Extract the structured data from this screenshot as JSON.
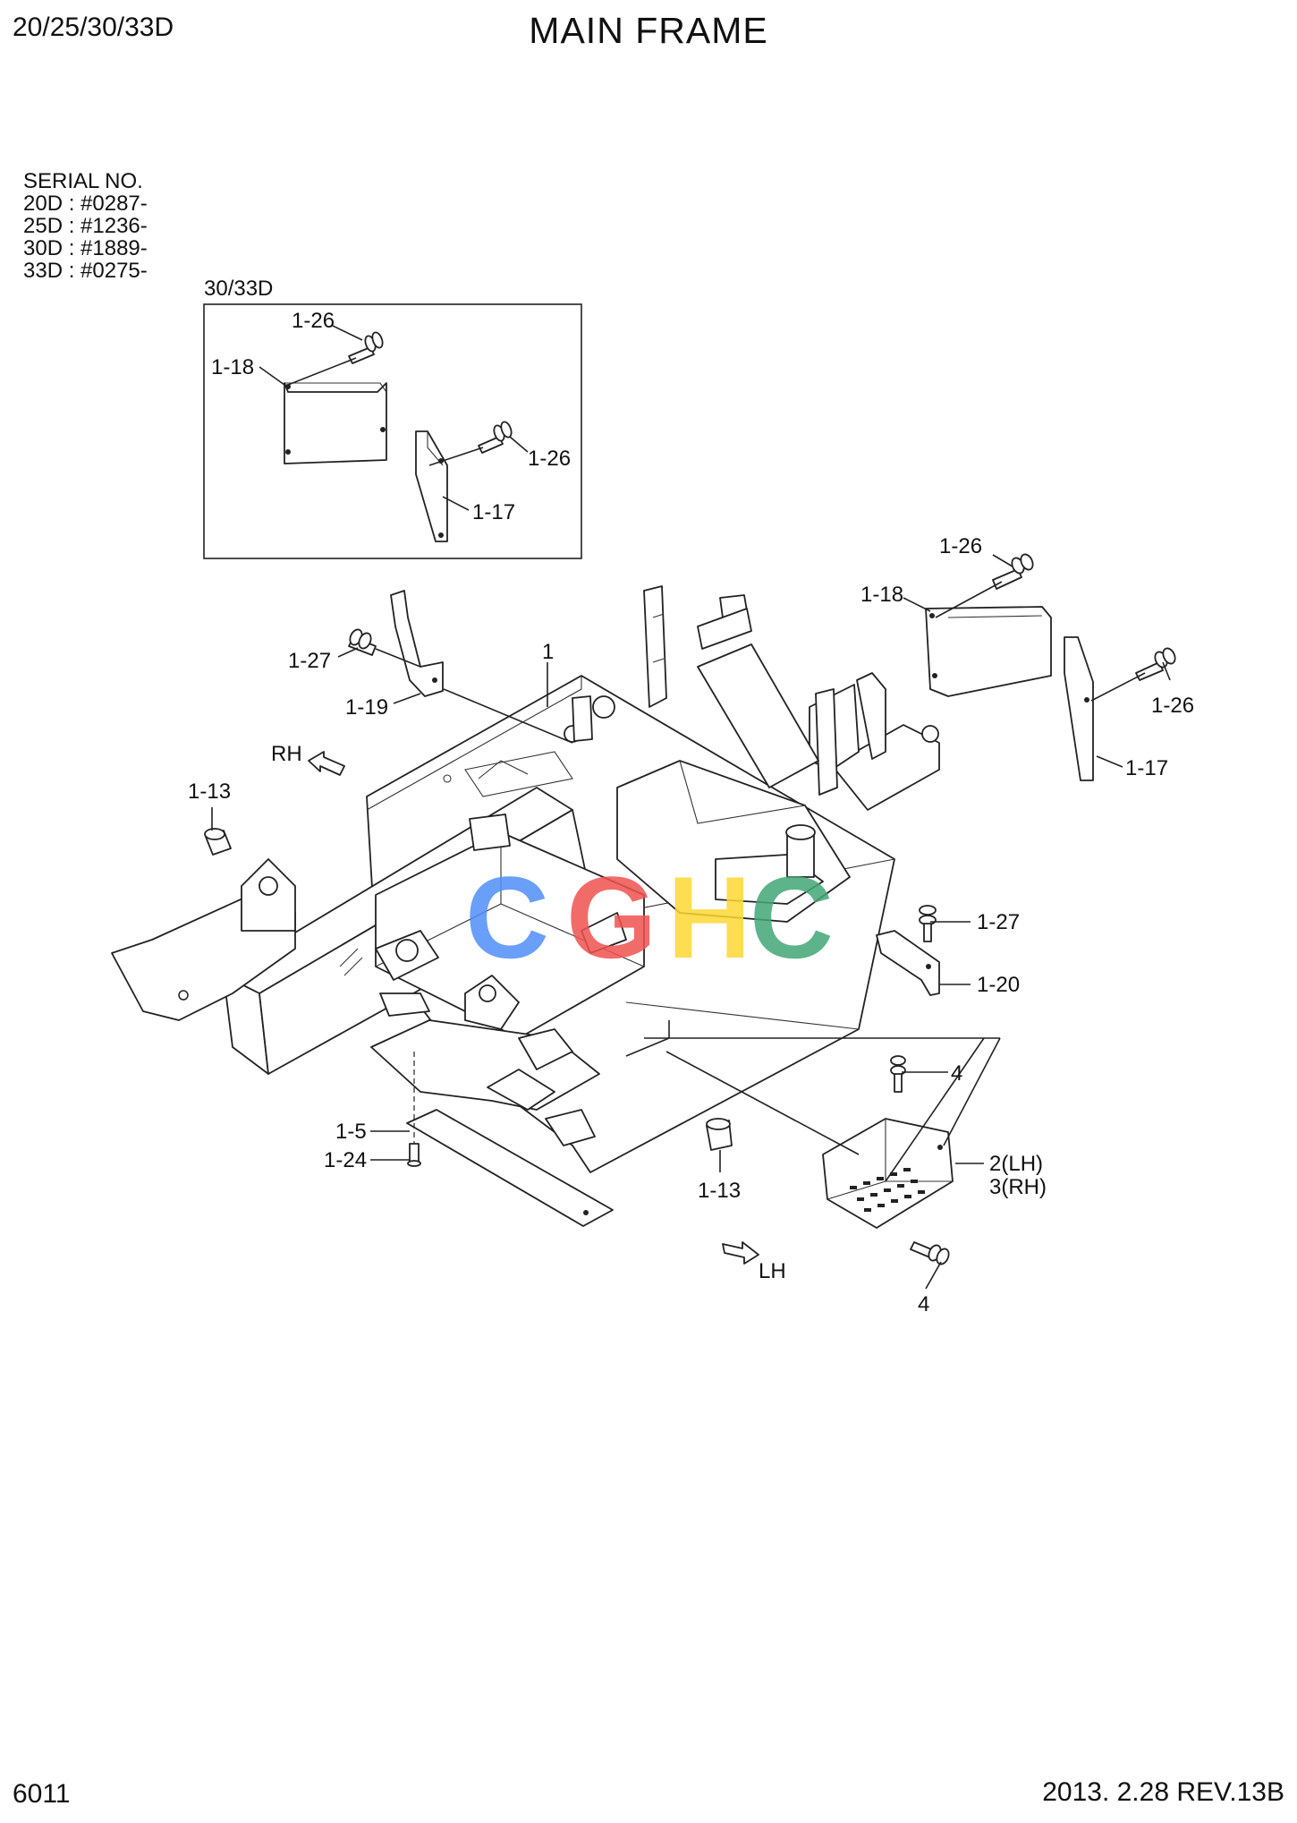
{
  "header": {
    "model": "20/25/30/33D",
    "title": "MAIN FRAME"
  },
  "serial": {
    "heading": "SERIAL NO.",
    "entries": [
      "20D : #0287-",
      "25D : #1236-",
      "30D : #1889-",
      "33D : #0275-"
    ]
  },
  "inset": {
    "label": "30/33D",
    "parts": [
      "1-26",
      "1-18",
      "1-26",
      "1-17"
    ]
  },
  "callouts": {
    "main_frame": "1",
    "bolt_1_27_top": "1-27",
    "bracket_1_19": "1-19",
    "bolt_1_26_top": "1-26",
    "plate_1_18": "1-18",
    "bolt_1_26_right": "1-26",
    "plate_1_17": "1-17",
    "bushing_1_13_left": "1-13",
    "bolt_1_27_right": "1-27",
    "bracket_1_20": "1-20",
    "bolt_4_top": "4",
    "step_lh": "2(LH)",
    "step_rh": "3(RH)",
    "bolt_4_bottom": "4",
    "plate_1_5": "1-5",
    "bolt_1_24": "1-24",
    "bushing_1_13_bottom": "1-13"
  },
  "directions": {
    "rh": "RH",
    "lh": "LH"
  },
  "watermark": {
    "letters": [
      "C",
      "G",
      "H",
      "C"
    ],
    "colors": [
      "#4f8ff7",
      "#ef5350",
      "#fdd835",
      "#43a776"
    ]
  },
  "footer": {
    "page": "6011",
    "revision": "2013. 2.28  REV.13B"
  }
}
